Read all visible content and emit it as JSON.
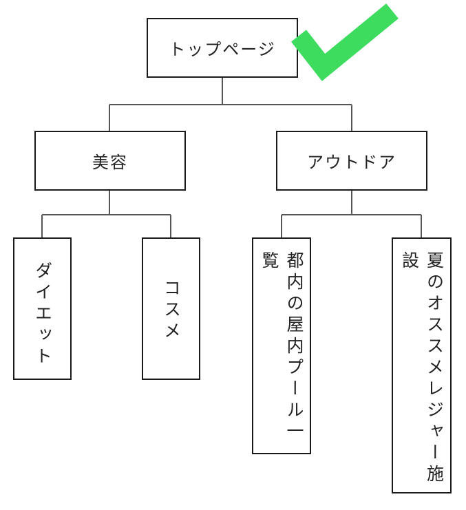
{
  "diagram": {
    "root": {
      "label": "トップページ"
    },
    "categories": [
      {
        "label": "美容",
        "children": [
          {
            "label": "ダイエット"
          },
          {
            "label": "コスメ"
          }
        ]
      },
      {
        "label": "アウトドア",
        "children": [
          {
            "label": "都内の屋内プール一覧"
          },
          {
            "label": "夏のオススメレジャー施設"
          }
        ]
      }
    ],
    "colors": {
      "box_border": "#1a1a1a",
      "connector": "#555555",
      "checkmark": "#3ddc5f"
    },
    "icons": {
      "checkmark": "checkmark-icon"
    }
  }
}
